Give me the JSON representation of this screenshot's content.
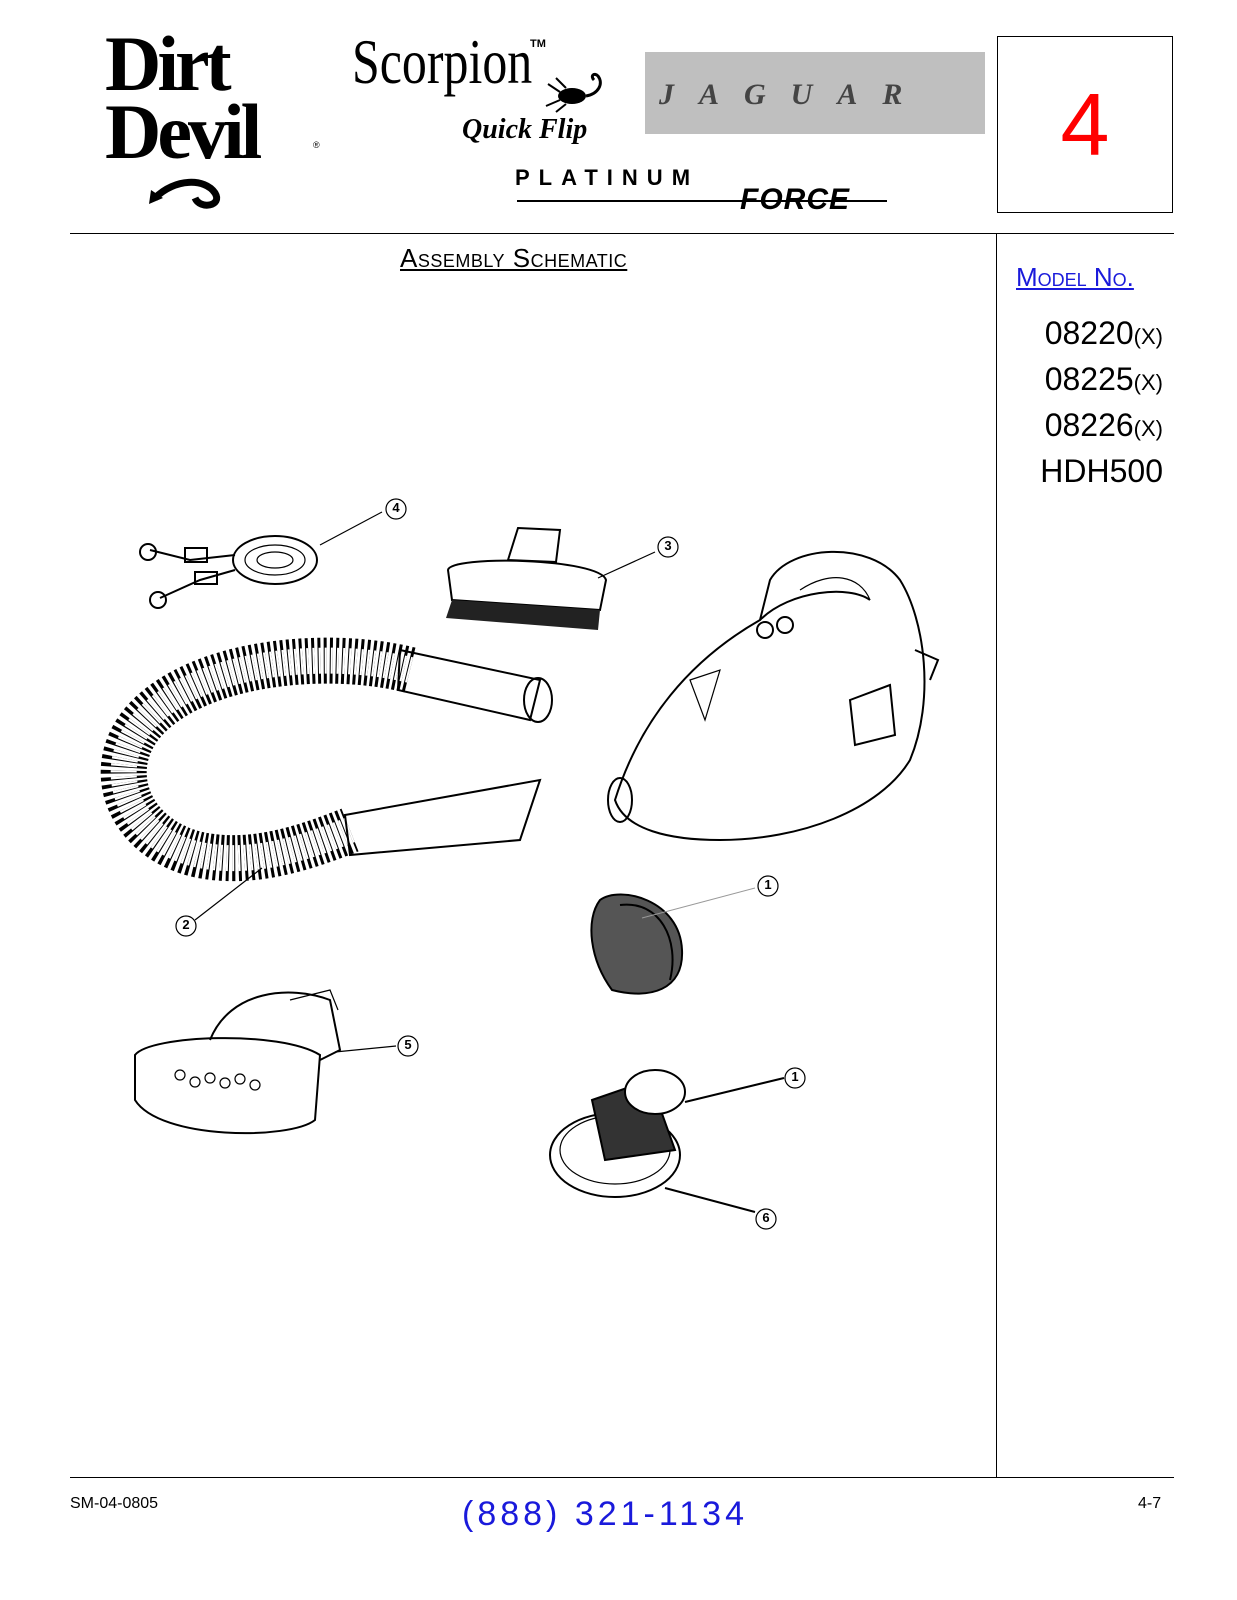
{
  "logos": {
    "dirt_devil": {
      "line1": "Dirt",
      "line2": "Devil",
      "reg": "®"
    },
    "scorpion": {
      "name": "Scorpion",
      "tm": "TM",
      "subtitle": "Quick Flip"
    },
    "jaguar": {
      "letters": "JAGUAR"
    },
    "platinum_force": {
      "word1": "PLATINUM",
      "word2": "FORCE"
    }
  },
  "section_number": "4",
  "title": "Assembly Schematic",
  "model": {
    "header": "Model No.",
    "items": [
      {
        "number": "08220",
        "suffix": "(X)"
      },
      {
        "number": "08225",
        "suffix": "(X)"
      },
      {
        "number": "08226",
        "suffix": "(X)"
      },
      {
        "number": "HDH500",
        "suffix": ""
      }
    ]
  },
  "callouts": {
    "strap": "4",
    "dusting_brush": "3",
    "hose": "2",
    "filter_top": "1",
    "turbo_brush": "5",
    "filter_bottom": "1",
    "filter_base": "6"
  },
  "footer": {
    "doc_code": "SM-04-0805",
    "phone": "(888) 321-1134",
    "page": "4-7"
  },
  "colors": {
    "section_number": "#ff0000",
    "link_blue": "#1a1adb"
  }
}
